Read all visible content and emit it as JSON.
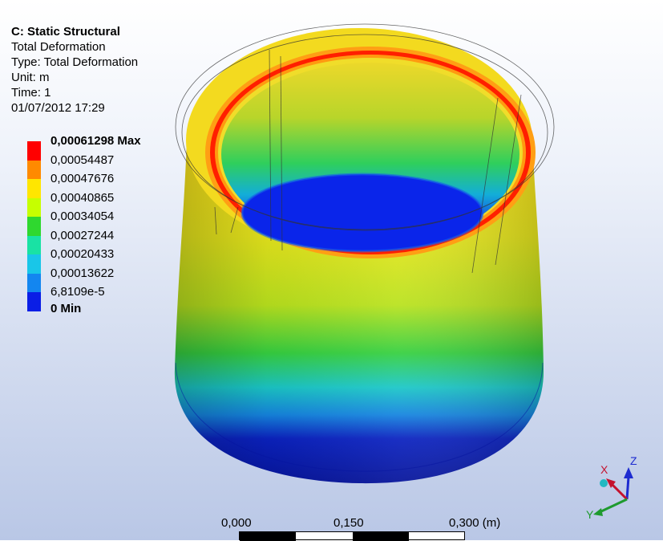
{
  "header": {
    "analysis": "C: Static Structural",
    "result": "Total Deformation",
    "type": "Type: Total Deformation",
    "unit": "Unit: m",
    "time": "Time: 1",
    "date": "01/07/2012 17:29"
  },
  "legend": {
    "max_label": "0,00061298 Max",
    "values": [
      "0,00054487",
      "0,00047676",
      "0,00040865",
      "0,00034054",
      "0,00027244",
      "0,00020433",
      "0,00013622",
      "6,8109e-5"
    ],
    "min_label": "0 Min",
    "colors": [
      "#ff0000",
      "#ff8a00",
      "#ffe600",
      "#c6ff00",
      "#2fd82f",
      "#19e2a4",
      "#19c6e8",
      "#1386f0",
      "#0a1ee6"
    ]
  },
  "scale": {
    "tick0": "0,000",
    "tick1": "0,150",
    "tick2": "0,300 (m)"
  },
  "triad": {
    "x": "X",
    "y": "Y",
    "z": "Z"
  }
}
